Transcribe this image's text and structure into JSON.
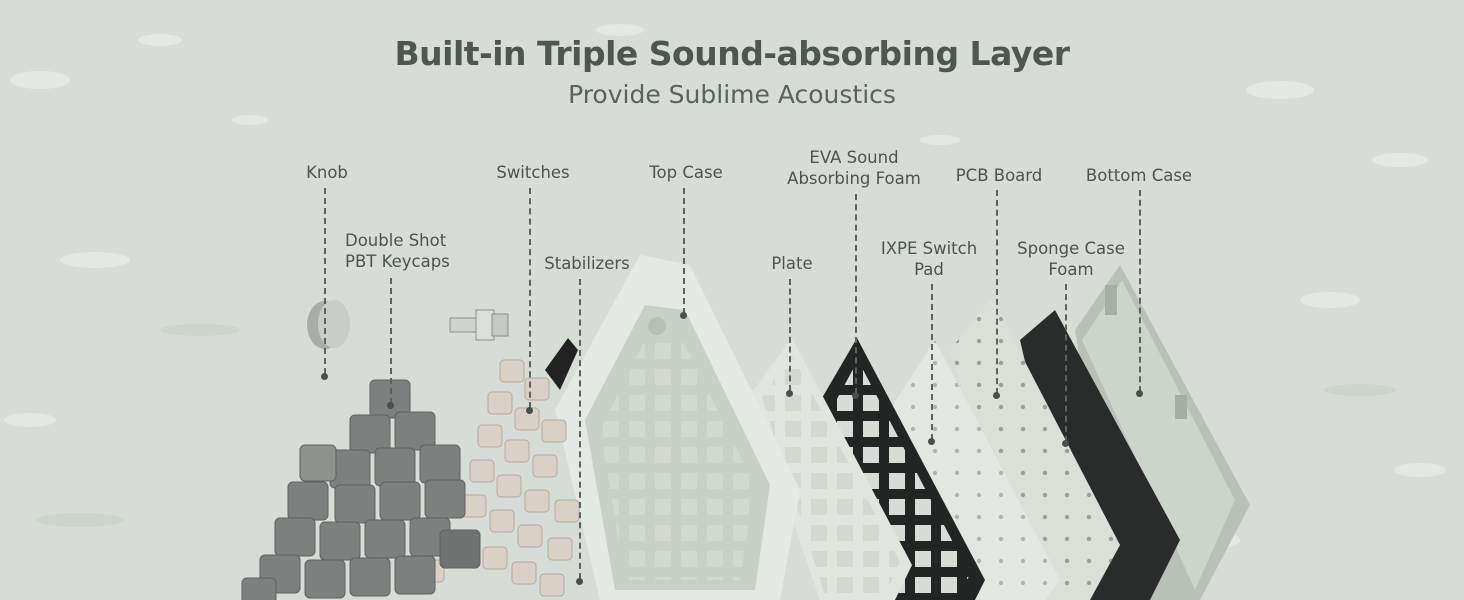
{
  "header": {
    "title": "Built-in Triple Sound-absorbing Layer",
    "subtitle": "Provide Sublime Acoustics"
  },
  "callouts": {
    "knob": "Knob",
    "keycaps_line1": "Double Shot",
    "keycaps_line2": "PBT Keycaps",
    "switches": "Switches",
    "stabilizers": "Stabilizers",
    "top_case": "Top Case",
    "plate": "Plate",
    "eva_line1": "EVA Sound",
    "eva_line2": "Absorbing Foam",
    "ixpe_line1": "IXPE Switch",
    "ixpe_line2": "Pad",
    "pcb": "PCB Board",
    "sponge_line1": "Sponge Case",
    "sponge_line2": "Foam",
    "bottom_case": "Bottom Case"
  },
  "colors": {
    "background": "#d7ddd6",
    "text": "#4f5652",
    "keycap_gray": "#7d807e",
    "case_mint": "#dfe6dd",
    "foam_black": "#2a2c2b",
    "switch_cream": "#d9d1c6"
  }
}
